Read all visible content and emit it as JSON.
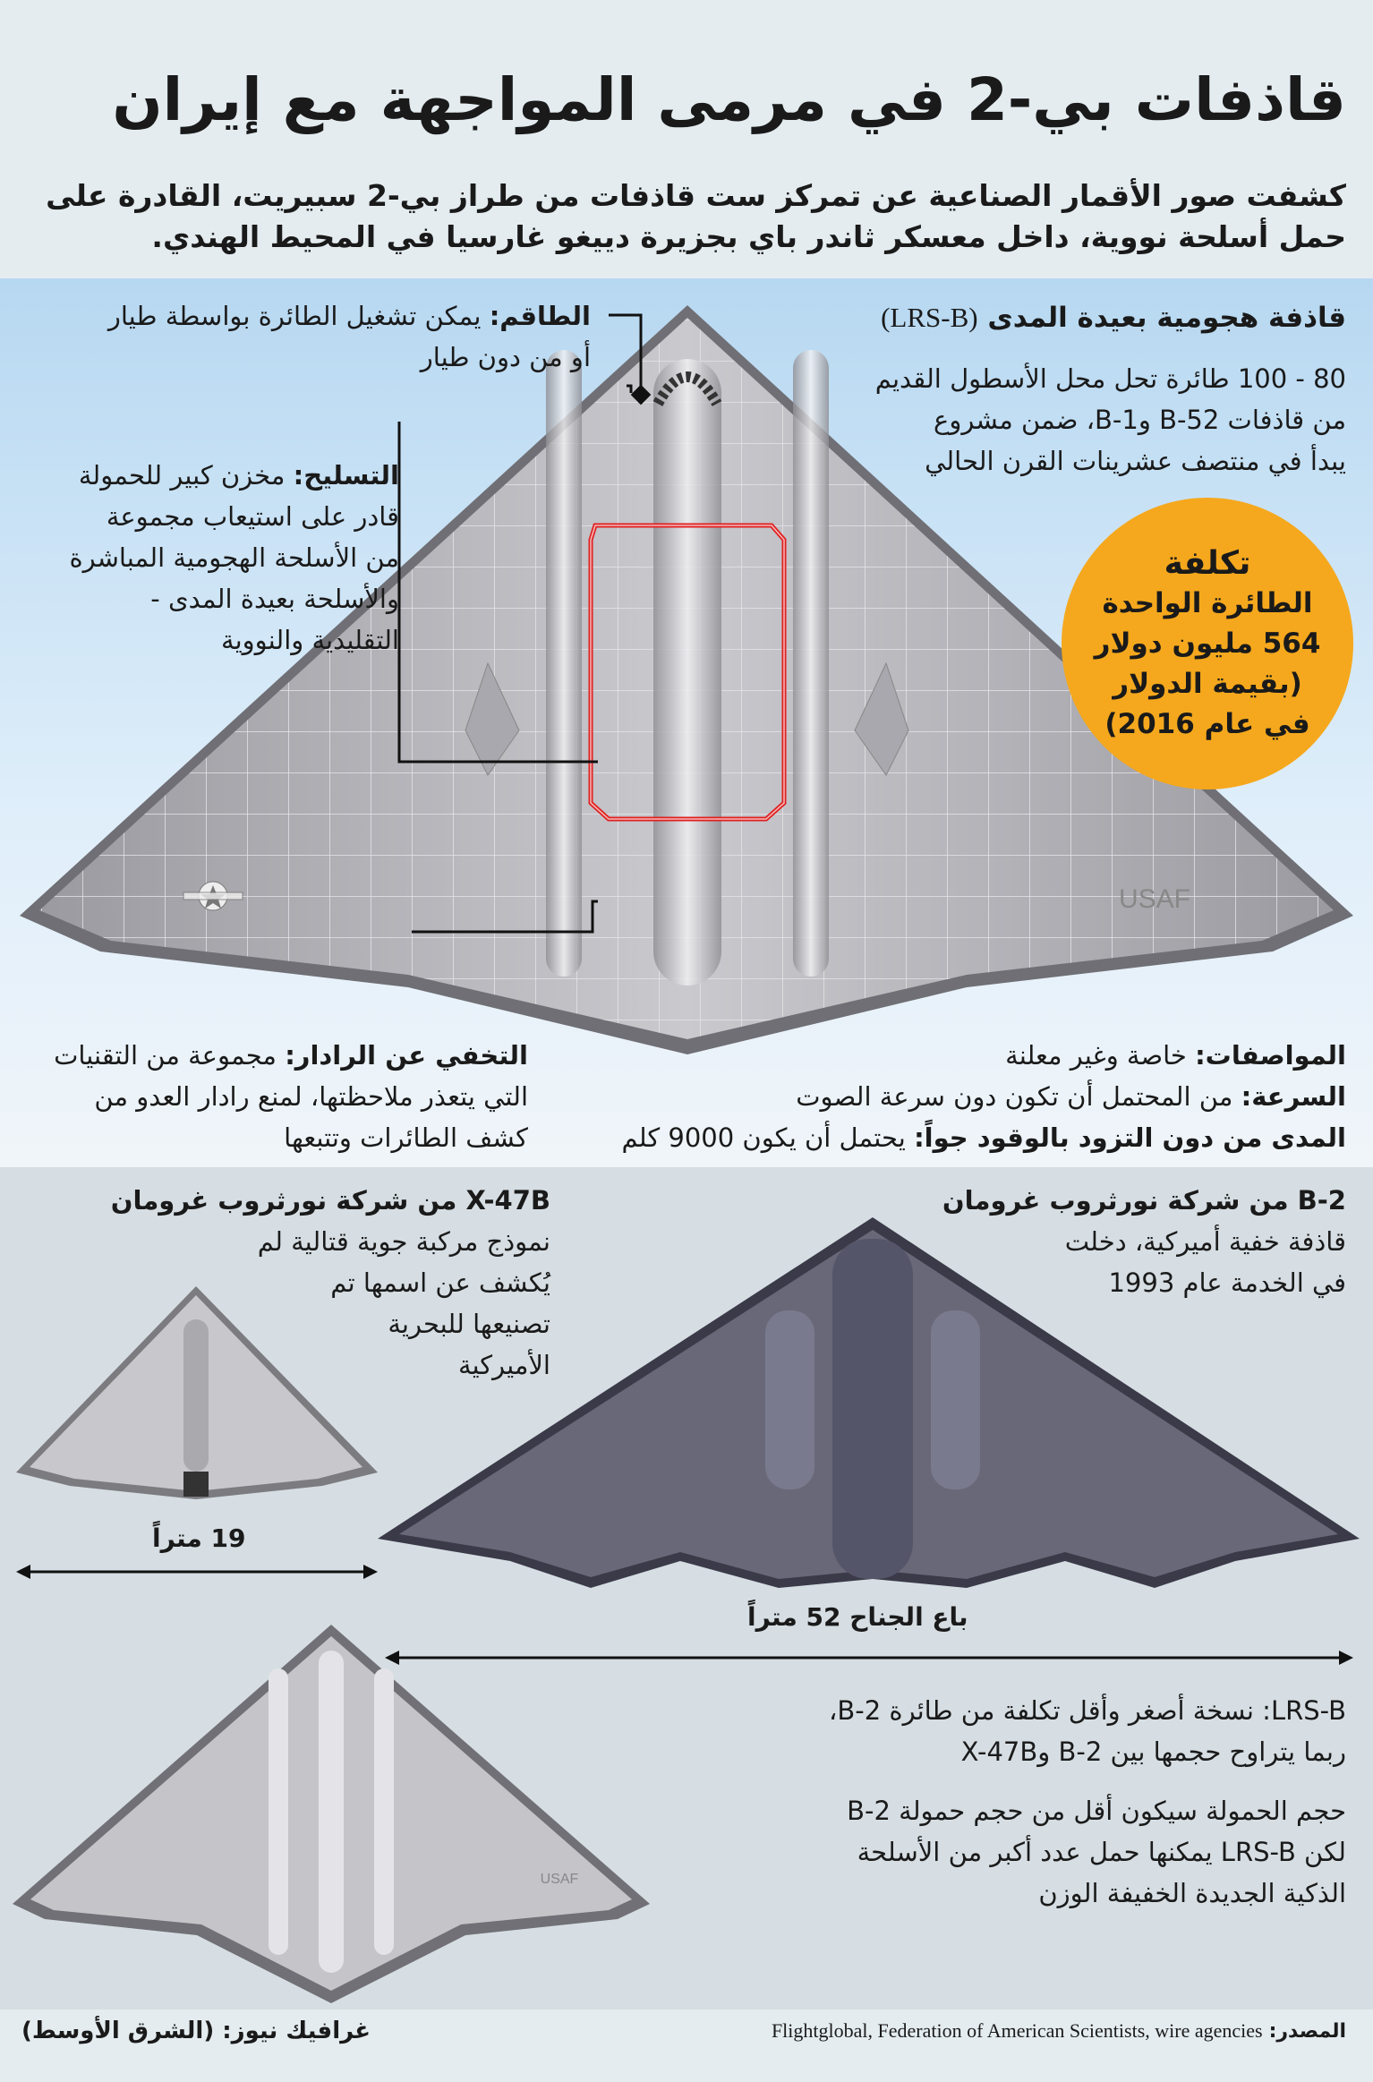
{
  "header": {
    "title": "قاذفات بي-2 في مرمى المواجهة مع إيران",
    "intro": "كشفت صور الأقمار الصناعية عن تمركز ست قاذفات من طراز بي-2 سبيريت، القادرة على حمل أسلحة نووية، داخل معسكر ثاندر باي بجزيرة دييغو غارسيا في المحيط الهندي."
  },
  "lrsb": {
    "heading": "قاذفة هجومية بعيدة المدى",
    "heading_code": "(LRS-B)",
    "desc": [
      "80 - 100 طائرة تحل محل الأسطول القديم",
      "من قاذفات B-52 وB-1، ضمن مشروع",
      "يبدأ في منتصف عشرينات القرن الحالي"
    ],
    "crew_label": "الطاقم:",
    "crew_text": [
      "يمكن تشغيل الطائرة بواسطة طيار",
      "أو من دون طيار"
    ],
    "arm_label": "التسليح:",
    "arm_text": [
      "مخزن كبير للحمولة",
      "قادر على استيعاب مجموعة",
      "من الأسلحة الهجومية المباشرة",
      "والأسلحة بعيدة المدى -",
      "التقليدية والنووية"
    ],
    "marking": "USAF",
    "cost": {
      "title": "تكلفة",
      "subtitle": "الطائرة الواحدة",
      "value": "564 مليون دولار",
      "note1": "(بقيمة الدولار",
      "note2": "في عام 2016)"
    },
    "stealth_label": "التخفي عن الرادار:",
    "stealth_text": [
      "مجموعة من التقنيات",
      "التي يتعذر ملاحظتها، لمنع رادار العدو من",
      "كشف الطائرات وتتبعها"
    ],
    "specs_label": "المواصفات:",
    "specs_text": "خاصة وغير معلنة",
    "speed_label": "السرعة:",
    "speed_text": "من المحتمل أن تكون دون سرعة الصوت",
    "range_label": "المدى من دون التزود بالوقود جواً:",
    "range_text": "يحتمل أن يكون 9000 كلم"
  },
  "compare": {
    "b2_heading": "B-2 من شركة نورثروب غرومان",
    "b2_text": [
      "قاذفة خفية أميركية، دخلت",
      "في الخدمة عام 1993"
    ],
    "b2_span": "باع الجناح 52 متراً",
    "x47_heading": "X-47B من شركة نورثروب غرومان",
    "x47_text": [
      "نموذج مركبة جوية قتالية لم",
      "يُكشف عن اسمها تم",
      "تصنيعها للبحرية",
      "الأميركية"
    ],
    "x47_span": "19 متراً",
    "lrsb_text1": [
      "LRS-B: نسخة أصغر وأقل تكلفة من طائرة B-2،",
      "ربما يتراوح حجمها بين B-2 وX-47B"
    ],
    "lrsb_text2": [
      "حجم الحمولة سيكون أقل من حجم حمولة B-2",
      "لكن LRS-B يمكنها حمل عدد أكبر من الأسلحة",
      "الذكية الجديدة الخفيفة الوزن"
    ],
    "small_marking": "USAF"
  },
  "footer": {
    "source_label": "المصدر:",
    "source_text": "Flightglobal, Federation of American Scientists, wire agencies",
    "credit": "غرافيك نيوز: (الشرق الأوسط)"
  },
  "colors": {
    "cost_circle": "#f5a81d",
    "bay_outline": "#e02020",
    "blue_bg": "#b7d8f1",
    "grey_bg": "#d6dee3"
  }
}
